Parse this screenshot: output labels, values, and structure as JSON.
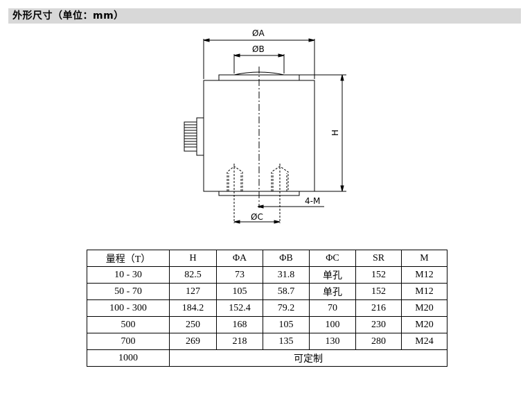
{
  "header": {
    "title": "外形尺寸（单位：mm）"
  },
  "drawing": {
    "dim_A": "ØA",
    "dim_B": "ØB",
    "dim_C": "ØC",
    "dim_H": "H",
    "dim_M": "4-M"
  },
  "table": {
    "headers": [
      "量程（T）",
      "H",
      "ΦA",
      "ΦB",
      "ΦC",
      "SR",
      "M"
    ],
    "rows": [
      [
        "10 - 30",
        "82.5",
        "73",
        "31.8",
        "单孔",
        "152",
        "M12"
      ],
      [
        "50 - 70",
        "127",
        "105",
        "58.7",
        "单孔",
        "152",
        "M12"
      ],
      [
        "100 - 300",
        "184.2",
        "152.4",
        "79.2",
        "70",
        "216",
        "M20"
      ],
      [
        "500",
        "250",
        "168",
        "105",
        "100",
        "230",
        "M20"
      ],
      [
        "700",
        "269",
        "218",
        "135",
        "130",
        "280",
        "M24"
      ]
    ],
    "last_row": {
      "range": "1000",
      "note": "可定制"
    }
  }
}
